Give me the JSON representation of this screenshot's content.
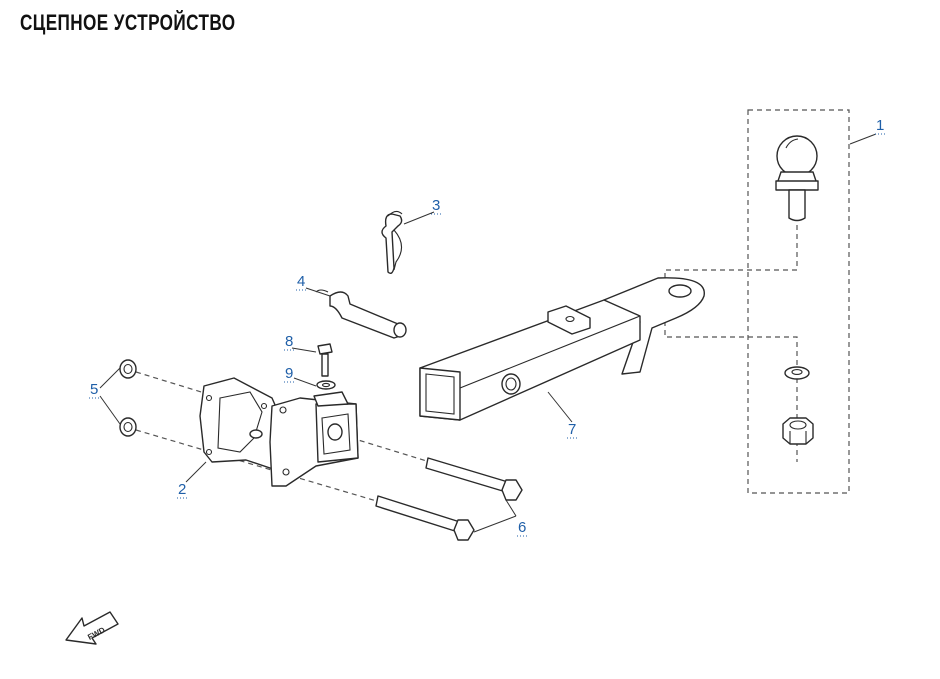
{
  "title": "СЦЕПНОЕ УСТРОЙСТВО",
  "fwd_label": "FWD",
  "callouts": {
    "c1": "1",
    "c2": "2",
    "c3": "3",
    "c4": "4",
    "c5": "5",
    "c6": "6",
    "c7": "7",
    "c8": "8",
    "c9": "9"
  },
  "colors": {
    "callout": "#1f5fa8",
    "line": "#2a2a2a",
    "title": "#111111"
  }
}
